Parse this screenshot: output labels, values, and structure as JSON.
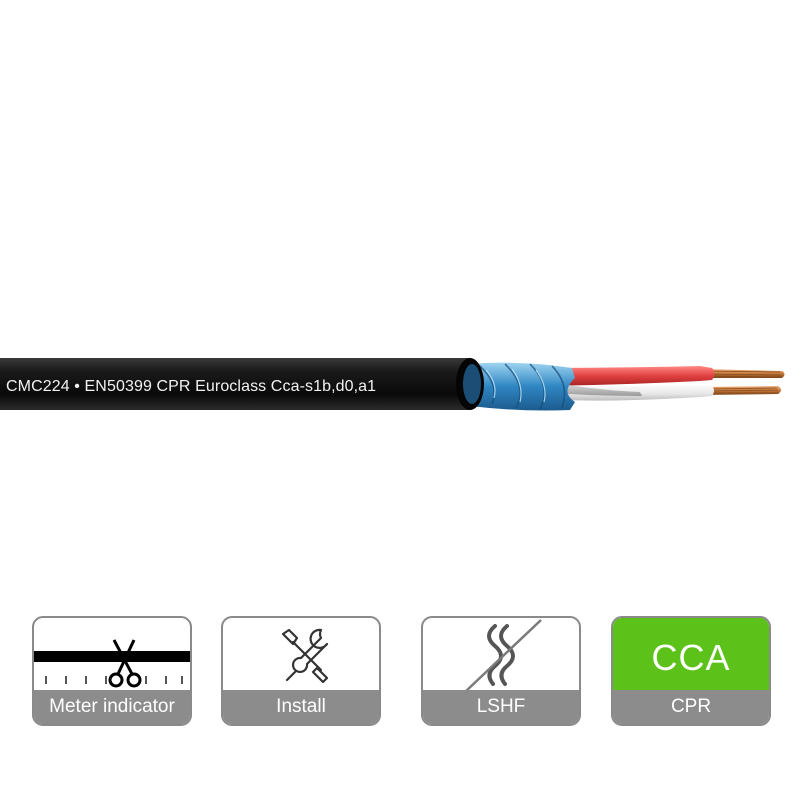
{
  "product": {
    "cable_print": "CMC224 • EN50399 CPR Euroclass Cca-s1b,d0,a1"
  },
  "badges": [
    {
      "label": "Meter indicator",
      "icon": "scissors-ruler-icon"
    },
    {
      "label": "Install",
      "icon": "wrench-screwdriver-icon"
    },
    {
      "label": "LSHF",
      "icon": "smoke-crossed-icon"
    },
    {
      "label": "CPR",
      "class": "CCA",
      "icon": "cpr-class-icon"
    }
  ],
  "colors": {
    "sheath": "#111111",
    "inner_shield": "#3a9ad0",
    "red_core": "#e0403f",
    "white_core": "#f2f2f2",
    "copper": "#c47a3c",
    "badge_border": "#8a8a8a",
    "badge_label_bg": "#8c8c8c",
    "cpr_green": "#5cc21a"
  }
}
